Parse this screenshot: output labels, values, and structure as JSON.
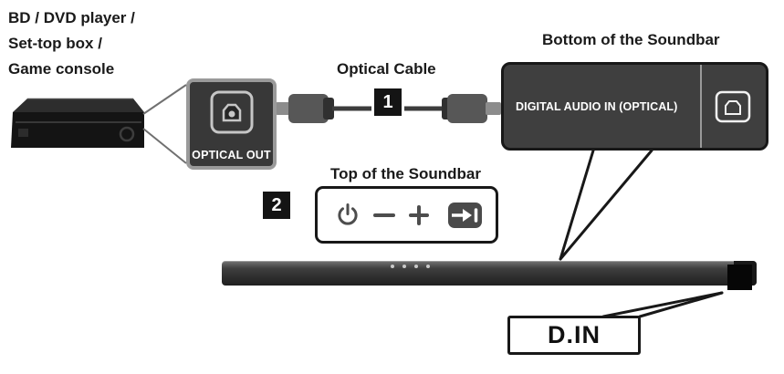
{
  "labels": {
    "source_device_lines": [
      "BD / DVD player /",
      "Set-top box /",
      "Game console"
    ],
    "optical_cable": "Optical Cable",
    "bottom_of_soundbar": "Bottom of the Soundbar",
    "top_of_soundbar": "Top of the Soundbar",
    "optical_out": "OPTICAL OUT",
    "digital_audio_in": "DIGITAL AUDIO IN (OPTICAL)",
    "d_in": "D.IN"
  },
  "steps": {
    "one": "1",
    "two": "2"
  },
  "icons": {
    "optical_out_port": "toslink-optical-port-icon",
    "digital_audio_in_port": "toslink-optical-port-icon",
    "power": "power-icon",
    "volume_down": "minus-icon",
    "volume_up": "plus-icon",
    "source": "source-input-icon"
  },
  "colors": {
    "panel_dark": "#3f3f3f",
    "outline_black": "#181818",
    "badge_black": "#141414",
    "callout_border_gray": "#9a9a9a",
    "cable_gray": "#575757",
    "icon_gray": "#4d4d4d"
  }
}
